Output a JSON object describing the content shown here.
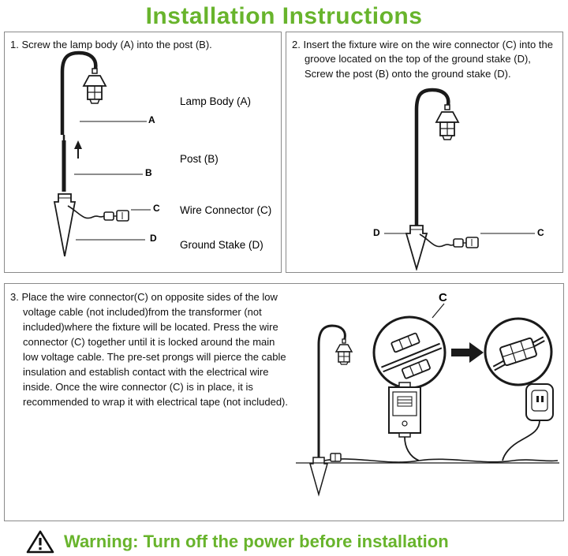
{
  "page": {
    "title": "Installation Instructions",
    "accent_color": "#68b42c"
  },
  "steps": {
    "step1": {
      "text": "1. Screw the lamp body (A) into the post (B).",
      "letters": {
        "a": "A",
        "b": "B",
        "c": "C",
        "d": "D"
      },
      "parts": [
        "Lamp Body (A)",
        "Post (B)",
        "Wire Connector (C)",
        "Ground Stake (D)"
      ]
    },
    "step2": {
      "text": "2. Insert the fixture wire on the wire connector (C) into the groove located on the top of the ground stake (D), Screw the post (B) onto the ground stake (D).",
      "letters": {
        "c": "C",
        "d": "D"
      }
    },
    "step3": {
      "text": "3. Place the wire connector(C) on opposite sides of the low voltage cable (not included)from the transformer (not included)where the fixture will be located. Press the wire connector (C) together until it is locked around the main low voltage cable. The pre-set prongs will pierce the cable insulation and establish contact with the electrical wire inside. Once the wire connector (C) is in place, it is recommended to wrap it with electrical tape (not included).",
      "letters": {
        "c": "C"
      }
    }
  },
  "warning": {
    "text": "Warning: Turn off the power before installation",
    "icon": "warning-triangle"
  }
}
